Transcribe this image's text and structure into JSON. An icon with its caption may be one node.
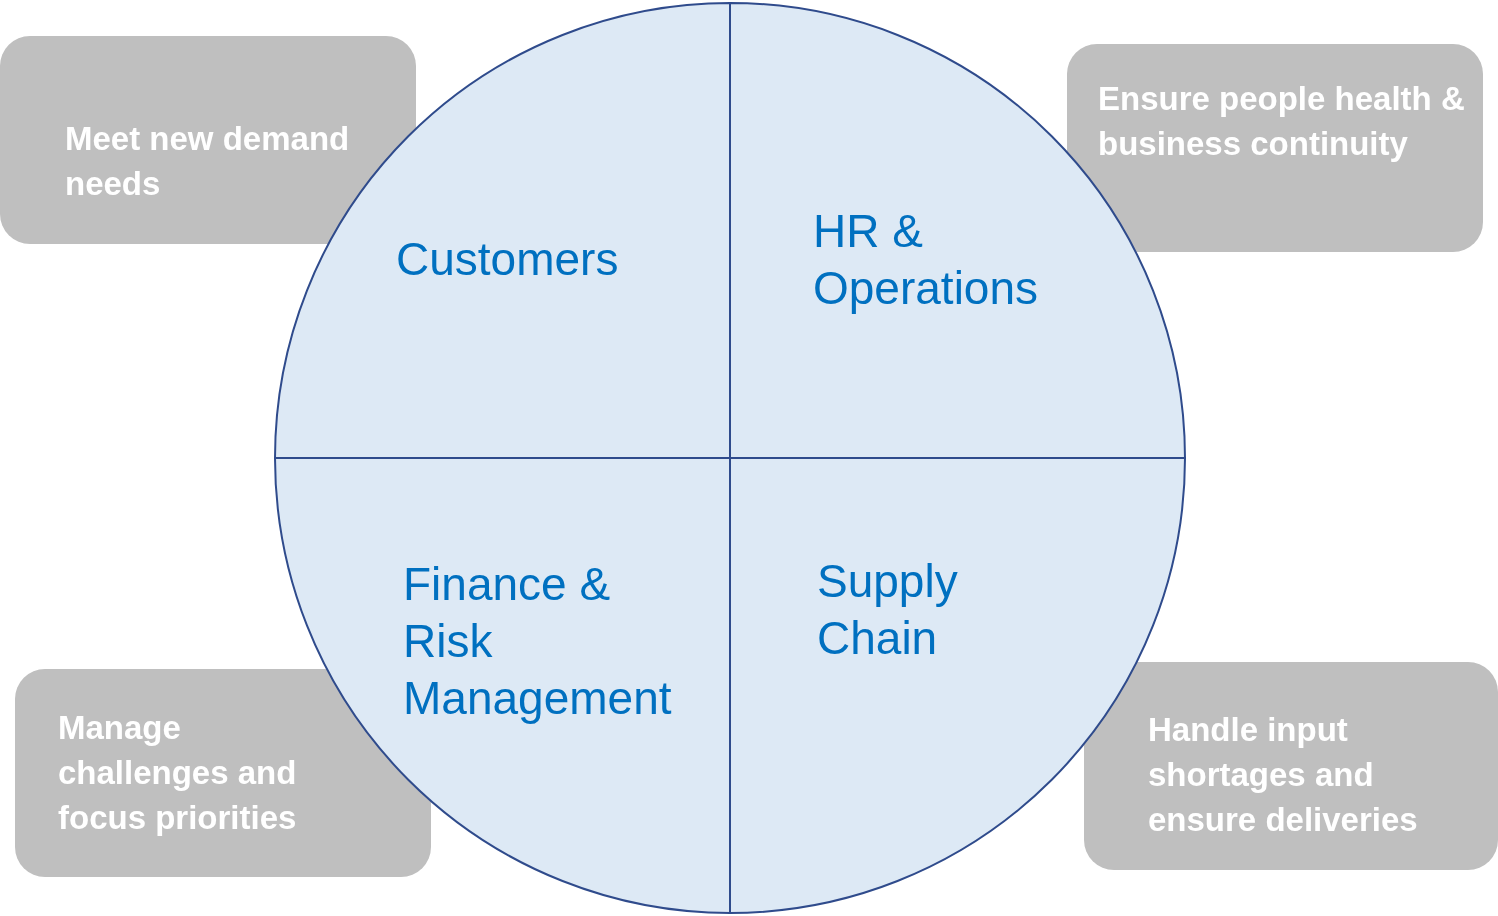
{
  "diagram": {
    "nodes": [
      {
        "text": [
          "Meet new demand needs"
        ]
      },
      {
        "text": [
          "Customers"
        ]
      },
      {
        "text": [
          "HR & Operations"
        ]
      },
      {
        "text": [
          "Ensure people health & business continuity"
        ]
      },
      {
        "text": [
          "Manage challenges and focus priorities"
        ]
      },
      {
        "text": [
          "Finance & Risk Management"
        ]
      },
      {
        "text": [
          "Supply Chain"
        ]
      },
      {
        "text": [
          "Handle input shortages and ensure deliveries"
        ]
      }
    ]
  }
}
